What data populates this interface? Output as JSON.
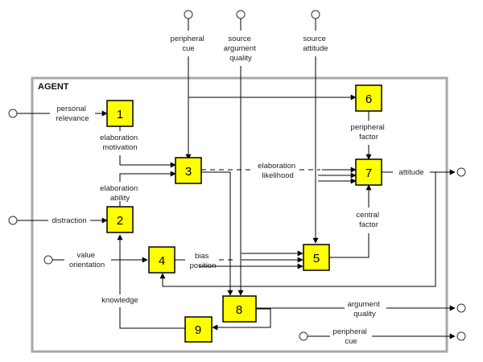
{
  "colors": {
    "box_fill": "#ffff00",
    "agent_border": "#a8a8a8",
    "line": "#000000"
  },
  "agent": {
    "title": "AGENT"
  },
  "boxes": {
    "b1": "1",
    "b2": "2",
    "b3": "3",
    "b4": "4",
    "b5": "5",
    "b6": "6",
    "b7": "7",
    "b8": "8",
    "b9": "9"
  },
  "inputs": {
    "peripheral_cue": [
      "peripheral",
      "cue"
    ],
    "source_argument_quality": [
      "source",
      "argument",
      "quality"
    ],
    "source_attitude": [
      "source",
      "attitude"
    ],
    "personal_relevance": [
      "personal",
      "relevance"
    ],
    "distraction": [
      "distraction"
    ],
    "value_orientation": [
      "value",
      "orientation"
    ]
  },
  "labels": {
    "elaboration_motivation": [
      "elaboration",
      "motivation"
    ],
    "elaboration_ability": [
      "elaboration",
      "ability"
    ],
    "elaboration_likelihood": [
      "elaboration",
      "likelihood"
    ],
    "peripheral_factor": [
      "peripheral",
      "factor"
    ],
    "central_factor": [
      "central",
      "factor"
    ],
    "bias_position": [
      "bias",
      "position"
    ],
    "knowledge": [
      "knowledge"
    ]
  },
  "outputs": {
    "attitude": [
      "attitude"
    ],
    "argument_quality": [
      "argument",
      "quality"
    ],
    "peripheral_cue": [
      "peripheral",
      "cue"
    ]
  }
}
